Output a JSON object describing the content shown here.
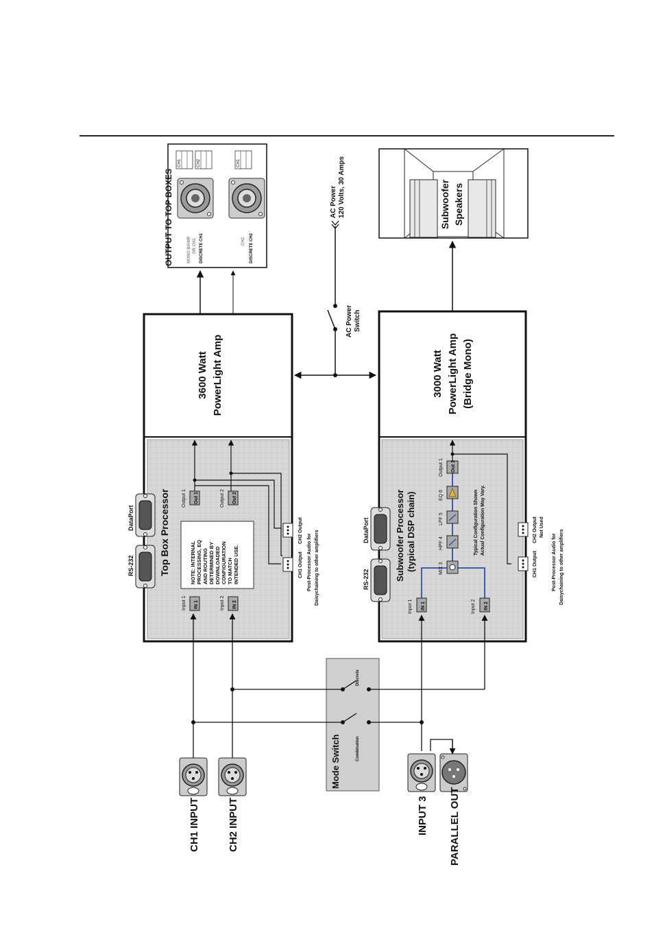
{
  "top_box": {
    "output_title": "OUTPUT TO TOP BOXES",
    "output_ch1_line1": "MONO BIAMP",
    "output_ch1_line2": "OR CH1",
    "output_ch1_line3": "DISCRETE CH1",
    "output_ch2_line1": "CH2",
    "output_ch2_line2": "DISCRETE CH2",
    "pin_ch1": "CH1",
    "pin_ch2": "CH2",
    "pin_ch3": "CH1",
    "amp_line1": "3600 Watt",
    "amp_line2": "PowerLight Amp",
    "processor_title": "Top Box Processor",
    "rs232": "RS-232",
    "dataport": "DataPort",
    "note_l1": "NOTE: INTERNAL",
    "note_l2": "PROCESSING, EQ",
    "note_l3": "AND ROUTING",
    "note_l4": "DETERMINED BY",
    "note_l5": "DOWNLOADED",
    "note_l6": "CONFIGURATION",
    "note_l7": "TO MATCH",
    "note_l8": "INTENDED USE.",
    "input1": "Input 1",
    "input2": "Input 2",
    "output1": "Output 1",
    "output2": "Output 2",
    "in1": "IN 1",
    "in2": "IN 2",
    "out1": "Out 1",
    "out2": "Out 2",
    "ch1_output": "CH1 Output",
    "ch2_output": "CH2 Output",
    "post_line1": "Post-Processor Audio for",
    "post_line2": "Daisychaining to other amplifiers"
  },
  "power": {
    "ac_power_l1": "AC Power",
    "ac_power_l2": "120 Volts, 30 Amps",
    "switch_l1": "AC Power",
    "switch_l2": "Switch"
  },
  "sub": {
    "speakers_l1": "Subwoofer",
    "speakers_l2": "Speakers",
    "amp_line1": "3000 Watt",
    "amp_line2": "PowerLight Amp",
    "amp_line3": "(Bridge Mono)",
    "processor_l1": "Subwoofer Processor",
    "processor_l2": "(typical DSP chain)",
    "rs232": "RS-232",
    "dataport": "DataPort",
    "input1": "Input 1",
    "input2": "Input 2",
    "mix": "MIX 3",
    "hpf": "HPF 4",
    "lpf": "LPF 5",
    "eq": "EQ 6",
    "output1": "Output 1",
    "typ_l1": "Typical Configuration Shown",
    "typ_l2": "Actual Configuration May Vary.",
    "ch1_output": "CH1 Output",
    "ch2_output_l1": "CH2 Output",
    "ch2_output_l2": "Not Used",
    "post_line1": "Post-Processor Audio for",
    "post_line2": "Daisychaining to other amplifiers"
  },
  "mode_switch": {
    "title": "Mode Switch",
    "combination": "Combination",
    "discrete": "Discrete"
  },
  "inputs": {
    "ch1": "CH1 INPUT",
    "ch2": "CH2 INPUT",
    "input3": "INPUT 3",
    "parallel": "PARALLEL OUT"
  }
}
